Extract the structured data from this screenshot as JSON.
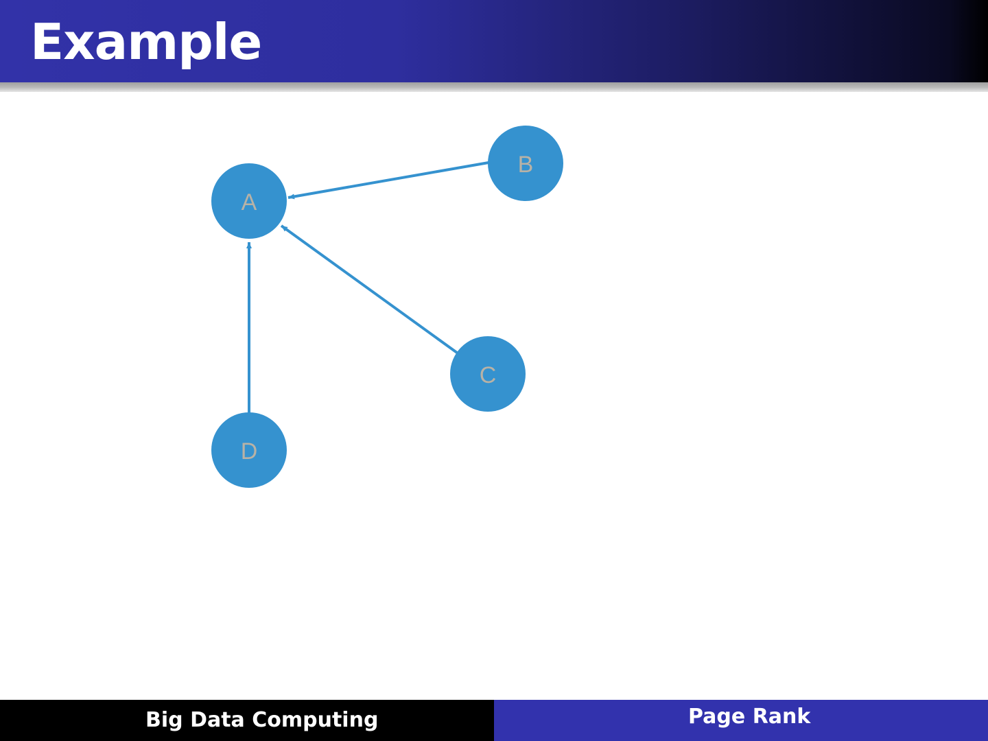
{
  "slide": {
    "title": "Example"
  },
  "diagram": {
    "node_color": "#3592cf",
    "edge_color": "#3592cf",
    "nodes": [
      {
        "id": "A",
        "label": "A"
      },
      {
        "id": "B",
        "label": "B"
      },
      {
        "id": "C",
        "label": "C"
      },
      {
        "id": "D",
        "label": "D"
      }
    ],
    "edges": [
      {
        "from": "B",
        "to": "A"
      },
      {
        "from": "C",
        "to": "A"
      },
      {
        "from": "D",
        "to": "A"
      }
    ]
  },
  "footer": {
    "left_text": "Big Data Computing",
    "right_text": "Page Rank",
    "left_bg": "#000000",
    "right_bg": "#3232ad"
  }
}
